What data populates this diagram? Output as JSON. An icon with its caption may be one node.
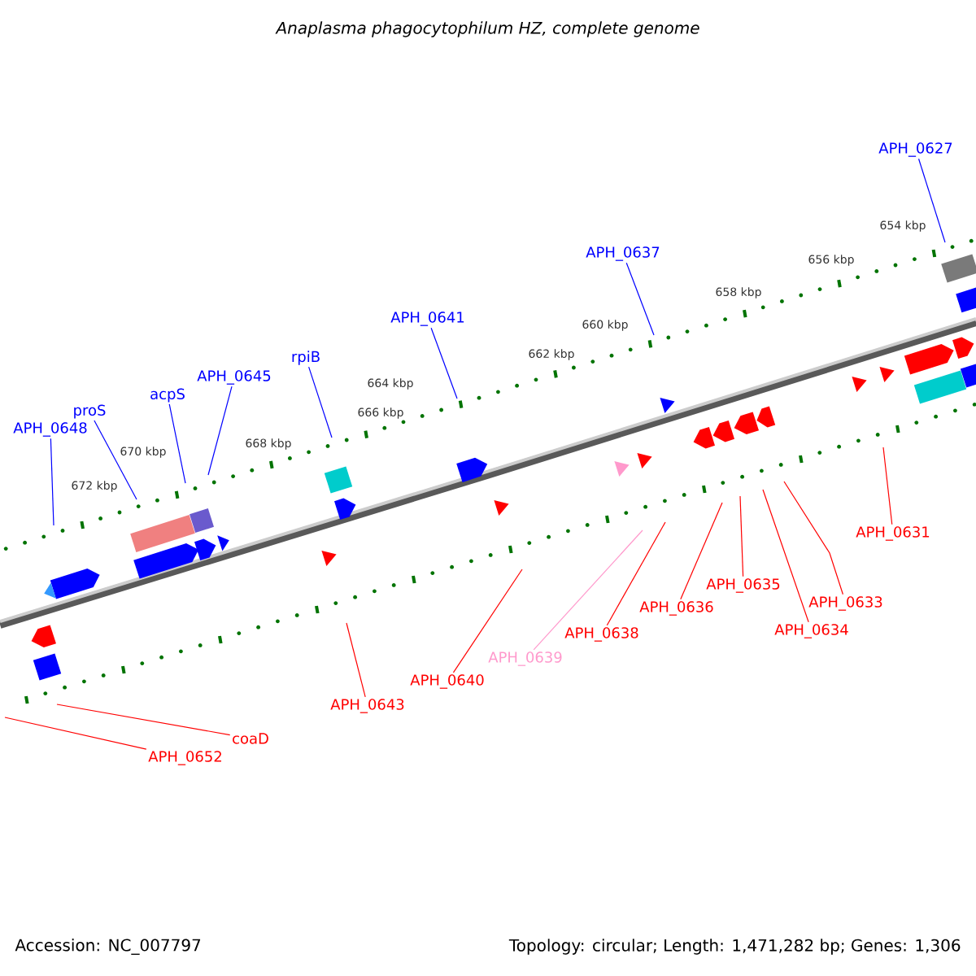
{
  "diagram": {
    "title": "Anaplasma phagocytophilum HZ, complete genome",
    "nodes": [
      {
        "text": [
          "APH_0627"
        ]
      },
      {
        "text": [
          "APH_0637"
        ]
      },
      {
        "text": [
          "APH_0641"
        ]
      },
      {
        "text": [
          "rpiB"
        ]
      },
      {
        "text": [
          "APH_0645"
        ]
      },
      {
        "text": [
          "acpS"
        ]
      },
      {
        "text": [
          "proS"
        ]
      },
      {
        "text": [
          "APH_0648"
        ]
      },
      {
        "text": [
          "APH_0631"
        ]
      },
      {
        "text": [
          "APH_0635"
        ]
      },
      {
        "text": [
          "APH_0633"
        ]
      },
      {
        "text": [
          "APH_0636"
        ]
      },
      {
        "text": [
          "APH_0634"
        ]
      },
      {
        "text": [
          "APH_0638"
        ]
      },
      {
        "text": [
          "APH_0639"
        ]
      },
      {
        "text": [
          "APH_0640"
        ]
      },
      {
        "text": [
          "APH_0643"
        ]
      },
      {
        "text": [
          "coaD"
        ]
      },
      {
        "text": [
          "APH_0652"
        ]
      }
    ],
    "edges": [
      {
        "from": 0,
        "to": null,
        "arrow": "none",
        "color": "#0000ff"
      },
      {
        "from": 1,
        "to": null,
        "arrow": "none",
        "color": "#0000ff"
      },
      {
        "from": 2,
        "to": null,
        "arrow": "none",
        "color": "#0000ff"
      },
      {
        "from": 3,
        "to": null,
        "arrow": "none",
        "color": "#0000ff"
      },
      {
        "from": 4,
        "to": null,
        "arrow": "none",
        "color": "#0000ff"
      },
      {
        "from": 5,
        "to": null,
        "arrow": "none",
        "color": "#0000ff"
      },
      {
        "from": 6,
        "to": null,
        "arrow": "none",
        "color": "#0000ff"
      },
      {
        "from": 7,
        "to": null,
        "arrow": "none",
        "color": "#0000ff"
      },
      {
        "from": 8,
        "to": null,
        "arrow": "none",
        "color": "#ff0000"
      },
      {
        "from": 9,
        "to": null,
        "arrow": "none",
        "color": "#ff0000"
      },
      {
        "from": 10,
        "to": null,
        "arrow": "none",
        "color": "#ff0000"
      },
      {
        "from": 11,
        "to": null,
        "arrow": "none",
        "color": "#ff0000"
      },
      {
        "from": 12,
        "to": null,
        "arrow": "none",
        "color": "#ff0000"
      },
      {
        "from": 13,
        "to": null,
        "arrow": "none",
        "color": "#ff0000"
      },
      {
        "from": 14,
        "to": null,
        "arrow": "none",
        "color": "#ff99cc"
      },
      {
        "from": 15,
        "to": null,
        "arrow": "none",
        "color": "#ff0000"
      },
      {
        "from": 16,
        "to": null,
        "arrow": "none",
        "color": "#ff0000"
      },
      {
        "from": 17,
        "to": null,
        "arrow": "none",
        "color": "#ff0000"
      },
      {
        "from": 18,
        "to": null,
        "arrow": "none",
        "color": "#ff0000"
      }
    ],
    "labels": [
      "654 kbp",
      "656 kbp",
      "658 kbp",
      "660 kbp",
      "662 kbp",
      "664 kbp",
      "666 kbp",
      "668 kbp",
      "670 kbp",
      "672 kbp",
      "Accession: NC_007797",
      "Topology: circular; Length: 1,471,282 bp; Genes: 1,306"
    ]
  }
}
